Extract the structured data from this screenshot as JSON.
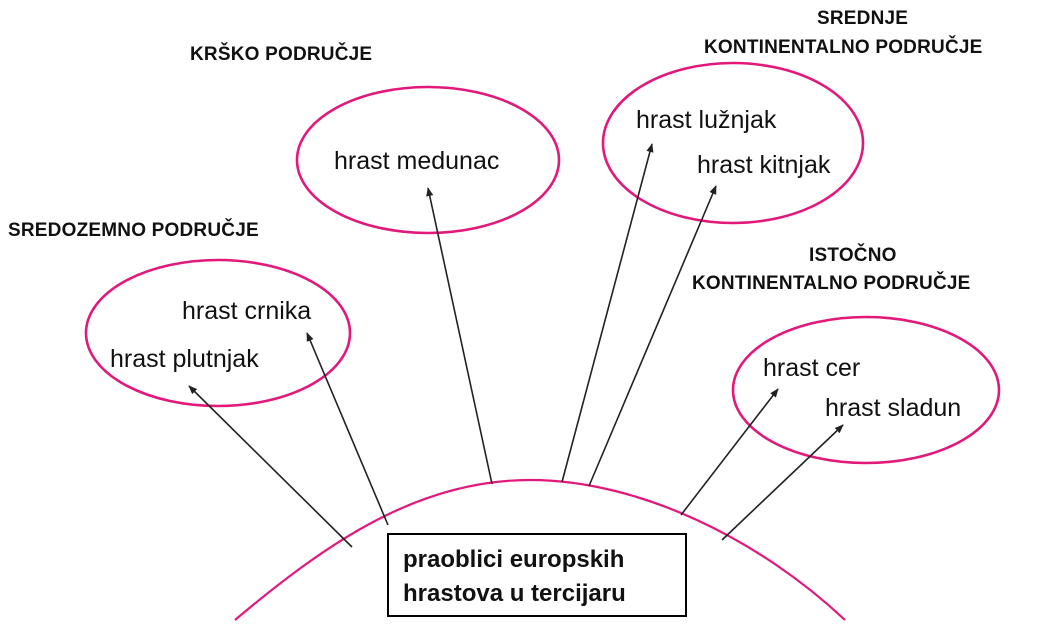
{
  "colors": {
    "accent": "#e2187b",
    "line": "#222222",
    "text": "#111111"
  },
  "regions": {
    "sredozemno": {
      "title": "SREDOZEMNO PODRUČJE",
      "species": [
        "hrast crnika",
        "hrast plutnjak"
      ]
    },
    "krsko": {
      "title": "KRŠKO PODRUČJE",
      "species": [
        "hrast medunac"
      ]
    },
    "srednje": {
      "title_line1": "SREDNJE",
      "title_line2": "KONTINENTALNO PODRUČJE",
      "species": [
        "hrast lužnjak",
        "hrast kitnjak"
      ]
    },
    "istocno": {
      "title_line1": "ISTOČNO",
      "title_line2": "KONTINENTALNO PODRUČJE",
      "species": [
        "hrast cer",
        "hrast sladun"
      ]
    }
  },
  "center": {
    "line1": "praoblici europskih",
    "line2": "hrastova u tercijaru"
  }
}
